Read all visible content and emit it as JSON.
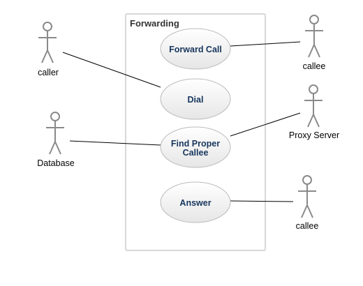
{
  "system_boundary": {
    "title": "Forwarding"
  },
  "use_cases": {
    "forward_call": {
      "line1": "Forward Call",
      "line2": ""
    },
    "dial": {
      "line1": "Dial",
      "line2": ""
    },
    "find_proper_callee": {
      "line1": "Find Proper",
      "line2": "Callee"
    },
    "answer": {
      "line1": "Answer",
      "line2": ""
    }
  },
  "actors": {
    "caller": {
      "label": "caller"
    },
    "callee_top": {
      "label": "callee"
    },
    "database": {
      "label": "Database"
    },
    "proxy_server": {
      "label": "Proxy Server"
    },
    "callee_bottom": {
      "label": "callee"
    }
  },
  "associations": [
    {
      "actor": "caller",
      "use_case": "Dial"
    },
    {
      "actor": "callee",
      "use_case": "Forward Call"
    },
    {
      "actor": "Database",
      "use_case": "Find Proper Callee"
    },
    {
      "actor": "Proxy Server",
      "use_case": "Find Proper Callee"
    },
    {
      "actor": "callee",
      "use_case": "Answer"
    }
  ],
  "colors": {
    "use_case_text": "#17365d",
    "actor_stroke": "#8a8a8a",
    "boundary_stroke": "#cccccc",
    "ellipse_stroke": "#bbbbbb",
    "ellipse_fill_top": "#ffffff",
    "ellipse_fill_bottom": "#e6e6e6"
  }
}
